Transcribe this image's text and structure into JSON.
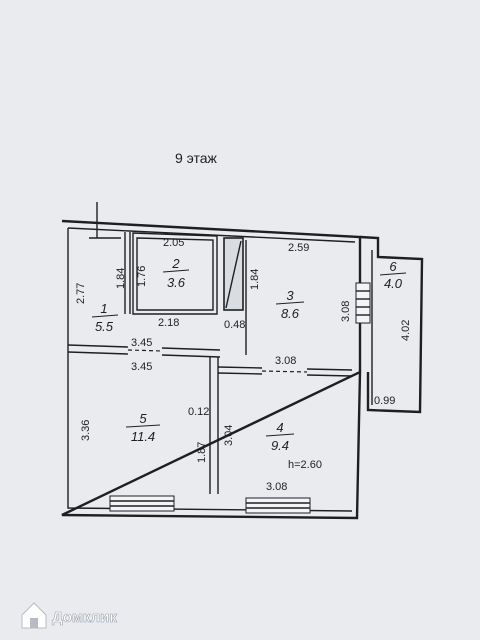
{
  "floor_label": "9 этаж",
  "brand": "Домклик",
  "ceiling_height": "h=2.60",
  "rooms": [
    {
      "number": "1",
      "area": "5.5"
    },
    {
      "number": "2",
      "area": "3.6"
    },
    {
      "number": "3",
      "area": "8.6"
    },
    {
      "number": "4",
      "area": "9.4"
    },
    {
      "number": "5",
      "area": "11.4"
    },
    {
      "number": "6",
      "area": "4.0"
    }
  ],
  "dimensions": {
    "d_2_05": "2.05",
    "d_1_76": "1.76",
    "d_2_18": "2.18",
    "d_1_84_a": "1.84",
    "d_2_77": "2.77",
    "d_3_45_top": "3.45",
    "d_3_45_bottom": "3.45",
    "d_0_48": "0.48",
    "d_2_59": "2.59",
    "d_1_84_b": "1.84",
    "d_3_08_mid": "3.08",
    "d_3_08_right": "3.08",
    "d_3_36": "3.36",
    "d_0_12": "0.12",
    "d_1_87": "1.87",
    "d_3_04": "3.04",
    "d_3_08_bottom": "3.08",
    "d_4_02": "4.02",
    "d_0_99": "0.99"
  },
  "colors": {
    "background": "#e9ebee",
    "lines": "#1d1f22",
    "brand_icon": "#ffffff"
  }
}
